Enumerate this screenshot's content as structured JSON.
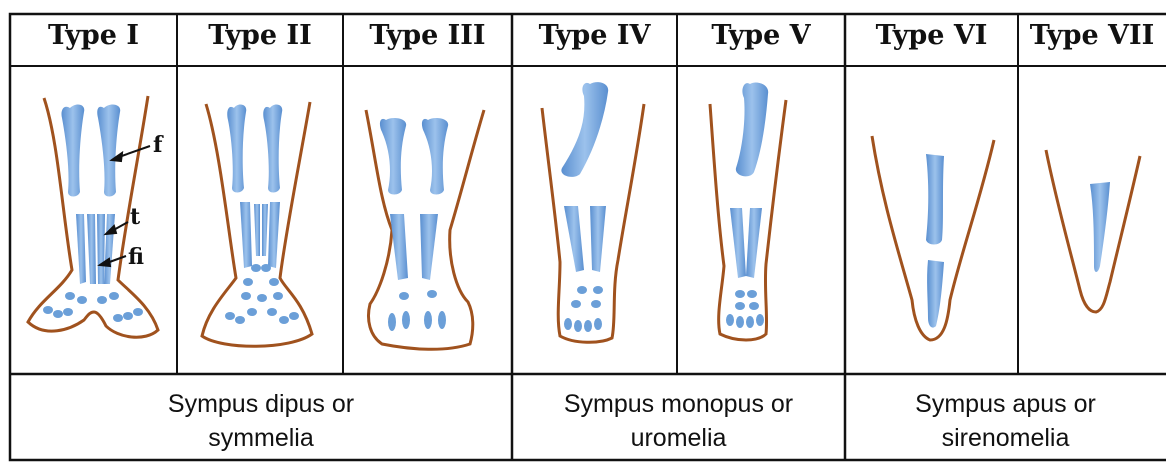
{
  "types": [
    {
      "label": "Type I"
    },
    {
      "label": "Type II"
    },
    {
      "label": "Type III"
    },
    {
      "label": "Type IV"
    },
    {
      "label": "Type V"
    },
    {
      "label": "Type VI"
    },
    {
      "label": "Type VII"
    }
  ],
  "groups": [
    {
      "line1": "Sympus dipus or",
      "line2": "symmelia"
    },
    {
      "line1": "Sympus monopus or",
      "line2": "uromelia"
    },
    {
      "line1": "Sympus apus or",
      "line2": "sirenomelia"
    }
  ],
  "annotations": [
    {
      "text": "f"
    },
    {
      "text": "t"
    },
    {
      "text": "fi"
    }
  ],
  "colors": {
    "outline": "#a0521e",
    "bone": "#6b9fd8",
    "border": "#111111"
  }
}
